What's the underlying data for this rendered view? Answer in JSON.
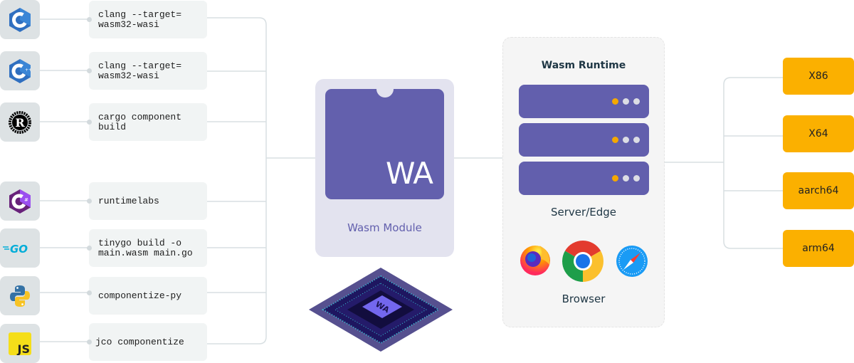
{
  "toolchains": [
    {
      "language": "C",
      "icon": "c-language-icon",
      "command": "clang --target=\nwasm32-wasi"
    },
    {
      "language": "C++",
      "icon": "cpp-language-icon",
      "command": "clang --target=\nwasm32-wasi"
    },
    {
      "language": "Rust",
      "icon": "rust-language-icon",
      "command": "cargo component\nbuild"
    },
    {
      "language": "C#",
      "icon": "csharp-language-icon",
      "command": "runtimelabs"
    },
    {
      "language": "Go",
      "icon": "go-language-icon",
      "command": "tinygo build -o\nmain.wasm main.go"
    },
    {
      "language": "Python",
      "icon": "python-language-icon",
      "command": "componentize-py"
    },
    {
      "language": "JavaScript",
      "icon": "javascript-language-icon",
      "command": "jco componentize"
    }
  ],
  "module": {
    "logo_text": "WA",
    "label": "Wasm Module",
    "chip_text": "WA"
  },
  "runtime": {
    "title": "Wasm Runtime",
    "servers": 3,
    "server_label": "Server/Edge",
    "browsers": [
      "Firefox",
      "Chrome",
      "Safari"
    ],
    "browser_label": "Browser"
  },
  "architectures": [
    "X86",
    "X64",
    "aarch64",
    "arm64"
  ],
  "colors": {
    "wasm_purple": "#6360ad",
    "arch_orange": "#fbb000",
    "led_on": "#f5a800"
  }
}
